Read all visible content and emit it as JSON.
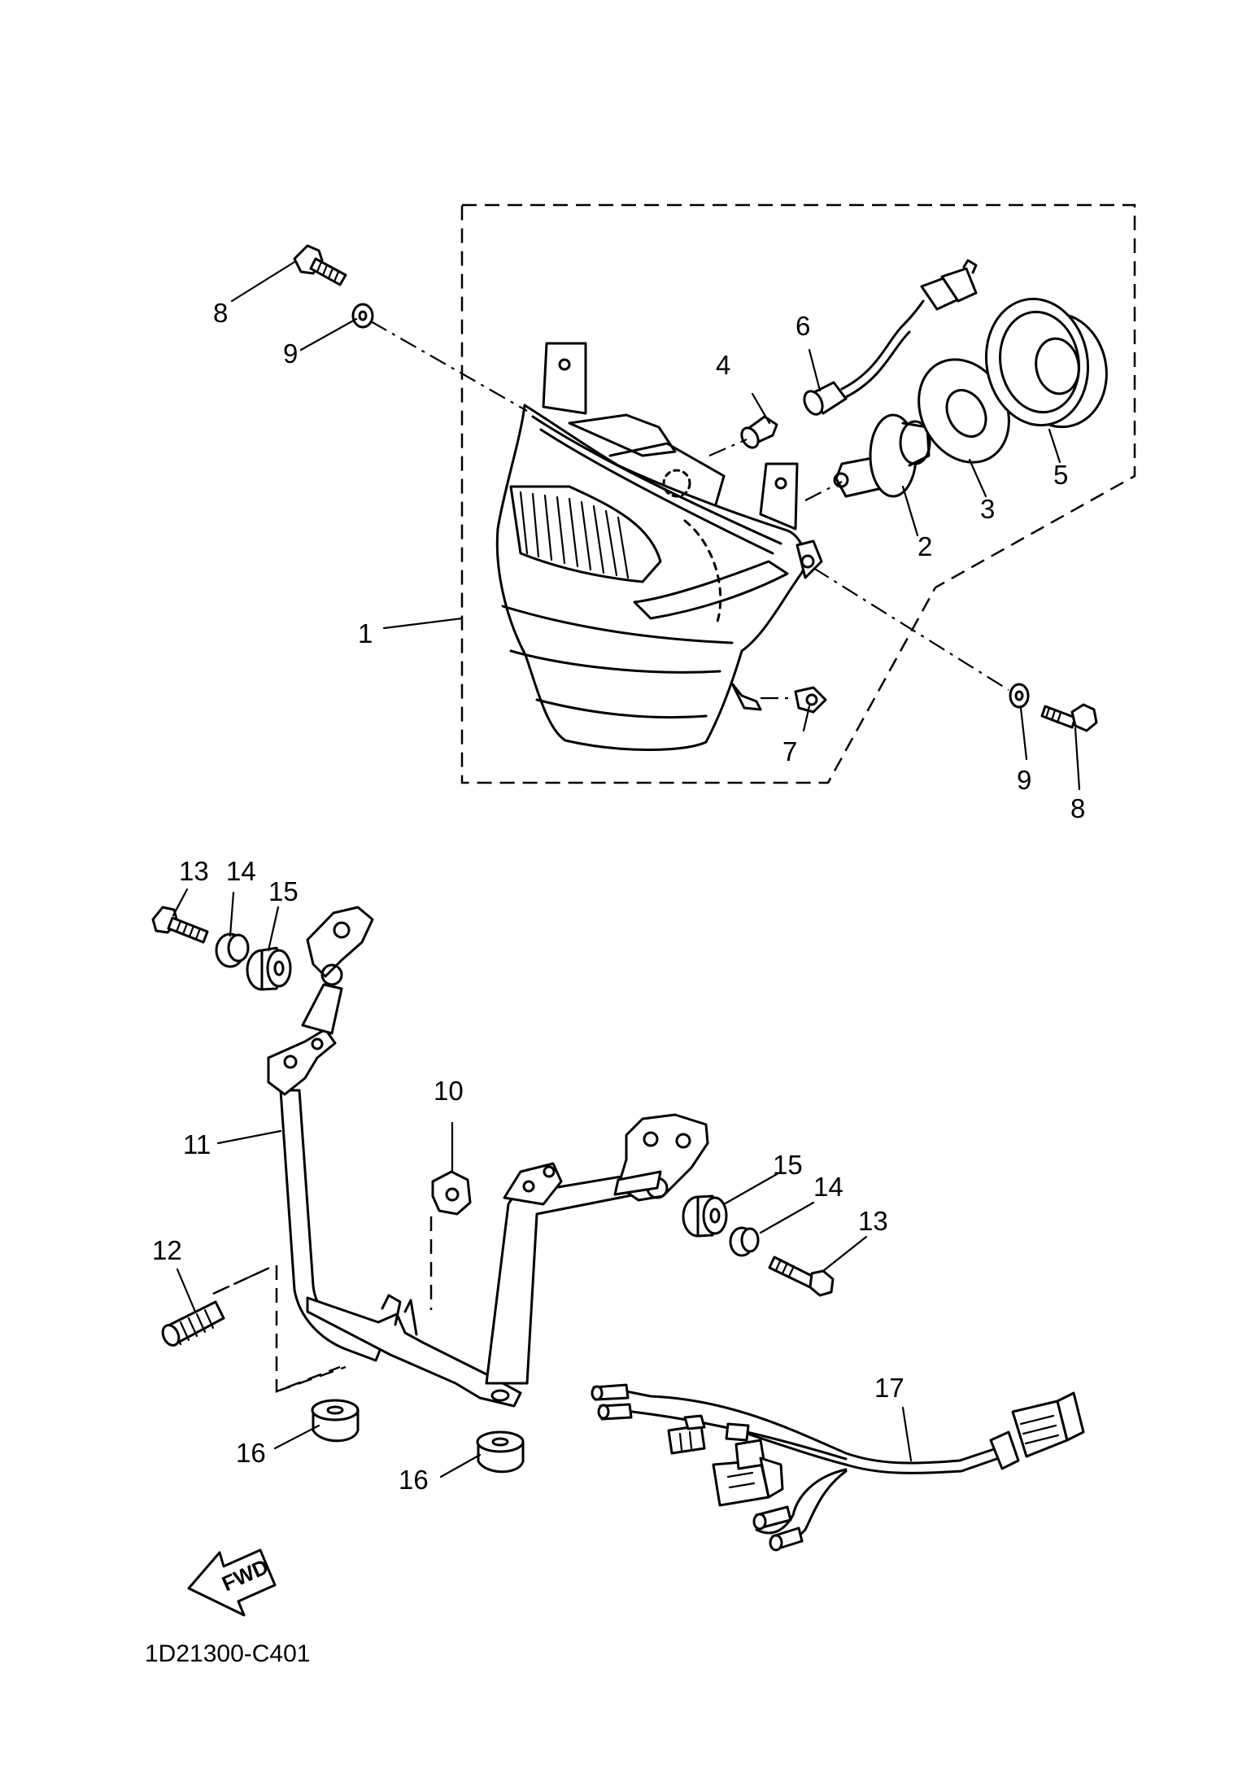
{
  "diagram": {
    "callouts": [
      {
        "id": "c1",
        "text": "1"
      },
      {
        "id": "c2",
        "text": "2"
      },
      {
        "id": "c3",
        "text": "3"
      },
      {
        "id": "c4",
        "text": "4"
      },
      {
        "id": "c5",
        "text": "5"
      },
      {
        "id": "c6",
        "text": "6"
      },
      {
        "id": "c7",
        "text": "7"
      },
      {
        "id": "c8a",
        "text": "8"
      },
      {
        "id": "c8b",
        "text": "8"
      },
      {
        "id": "c9a",
        "text": "9"
      },
      {
        "id": "c9b",
        "text": "9"
      },
      {
        "id": "c10",
        "text": "10"
      },
      {
        "id": "c11",
        "text": "11"
      },
      {
        "id": "c12",
        "text": "12"
      },
      {
        "id": "c13a",
        "text": "13"
      },
      {
        "id": "c13b",
        "text": "13"
      },
      {
        "id": "c14a",
        "text": "14"
      },
      {
        "id": "c14b",
        "text": "14"
      },
      {
        "id": "c15a",
        "text": "15"
      },
      {
        "id": "c15b",
        "text": "15"
      },
      {
        "id": "c16a",
        "text": "16"
      },
      {
        "id": "c16b",
        "text": "16"
      },
      {
        "id": "c17",
        "text": "17"
      }
    ],
    "fwd_label": "FWD",
    "drawing_code": "1D21300-C401"
  }
}
